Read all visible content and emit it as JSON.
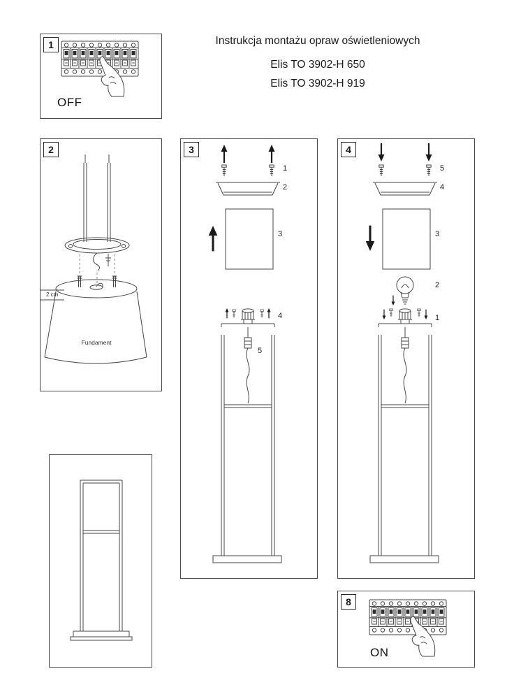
{
  "title": {
    "heading": "Instrukcja montażu opraw oświetleniowych",
    "model1": "Elis TO 3902-H 650",
    "model2": "Elis TO 3902-H 919"
  },
  "panels": {
    "p1": {
      "number": "1",
      "state_label": "OFF"
    },
    "p2": {
      "number": "2",
      "foundation_label": "Fundament",
      "dimension_label": "2 cm"
    },
    "p3": {
      "number": "3",
      "labels": {
        "screws": "1",
        "cover": "2",
        "glass": "3",
        "fixture": "4",
        "connector": "5"
      }
    },
    "p4": {
      "number": "4",
      "labels": {
        "screws": "5",
        "cover": "4",
        "glass": "3",
        "bulb": "2",
        "fixture": "1"
      }
    },
    "p8": {
      "number": "8",
      "state_label": "ON"
    }
  }
}
